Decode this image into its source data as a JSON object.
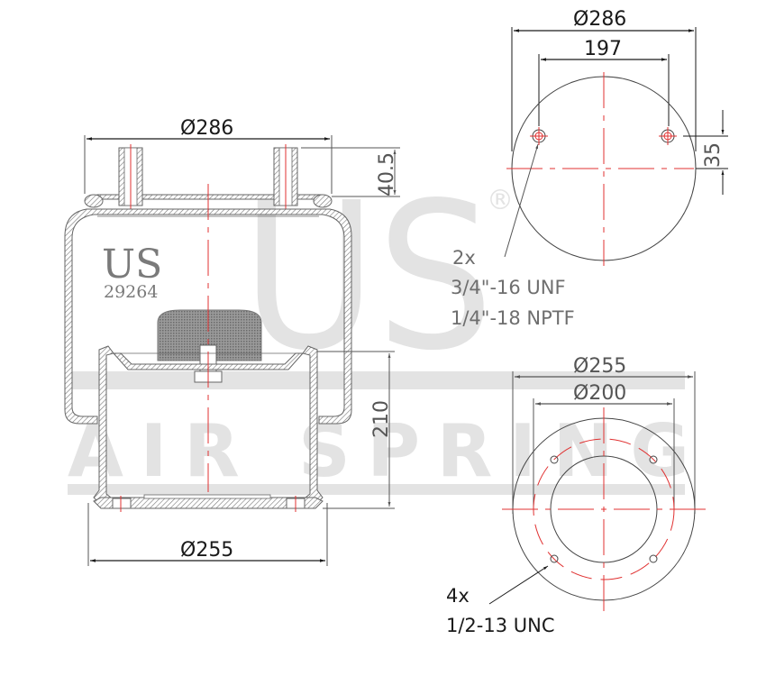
{
  "watermark": {
    "logo": "US",
    "registered": "®",
    "tagline": "AIR SPRING",
    "color": "#e3e3e3"
  },
  "side_view": {
    "brand": "US",
    "part_number": "29264",
    "top_diameter": "Ø286",
    "stud_height": "40.5",
    "height": "210",
    "bottom_diameter": "Ø255"
  },
  "top_view": {
    "outer_diameter": "Ø286",
    "stud_spacing": "197",
    "stud_offset": "35",
    "note": {
      "qty": "2x",
      "thread_1": "3/4\"-16 UNF",
      "thread_2": "1/4\"-18 NPTF"
    }
  },
  "bottom_view": {
    "outer_diameter": "Ø255",
    "bolt_circle": "Ø200",
    "note": {
      "qty": "4x",
      "thread": "1/2-13 UNC"
    }
  },
  "colors": {
    "outline": "#5a5a5a",
    "dimension": "#1a1a1a",
    "centerline": "#e03030"
  }
}
